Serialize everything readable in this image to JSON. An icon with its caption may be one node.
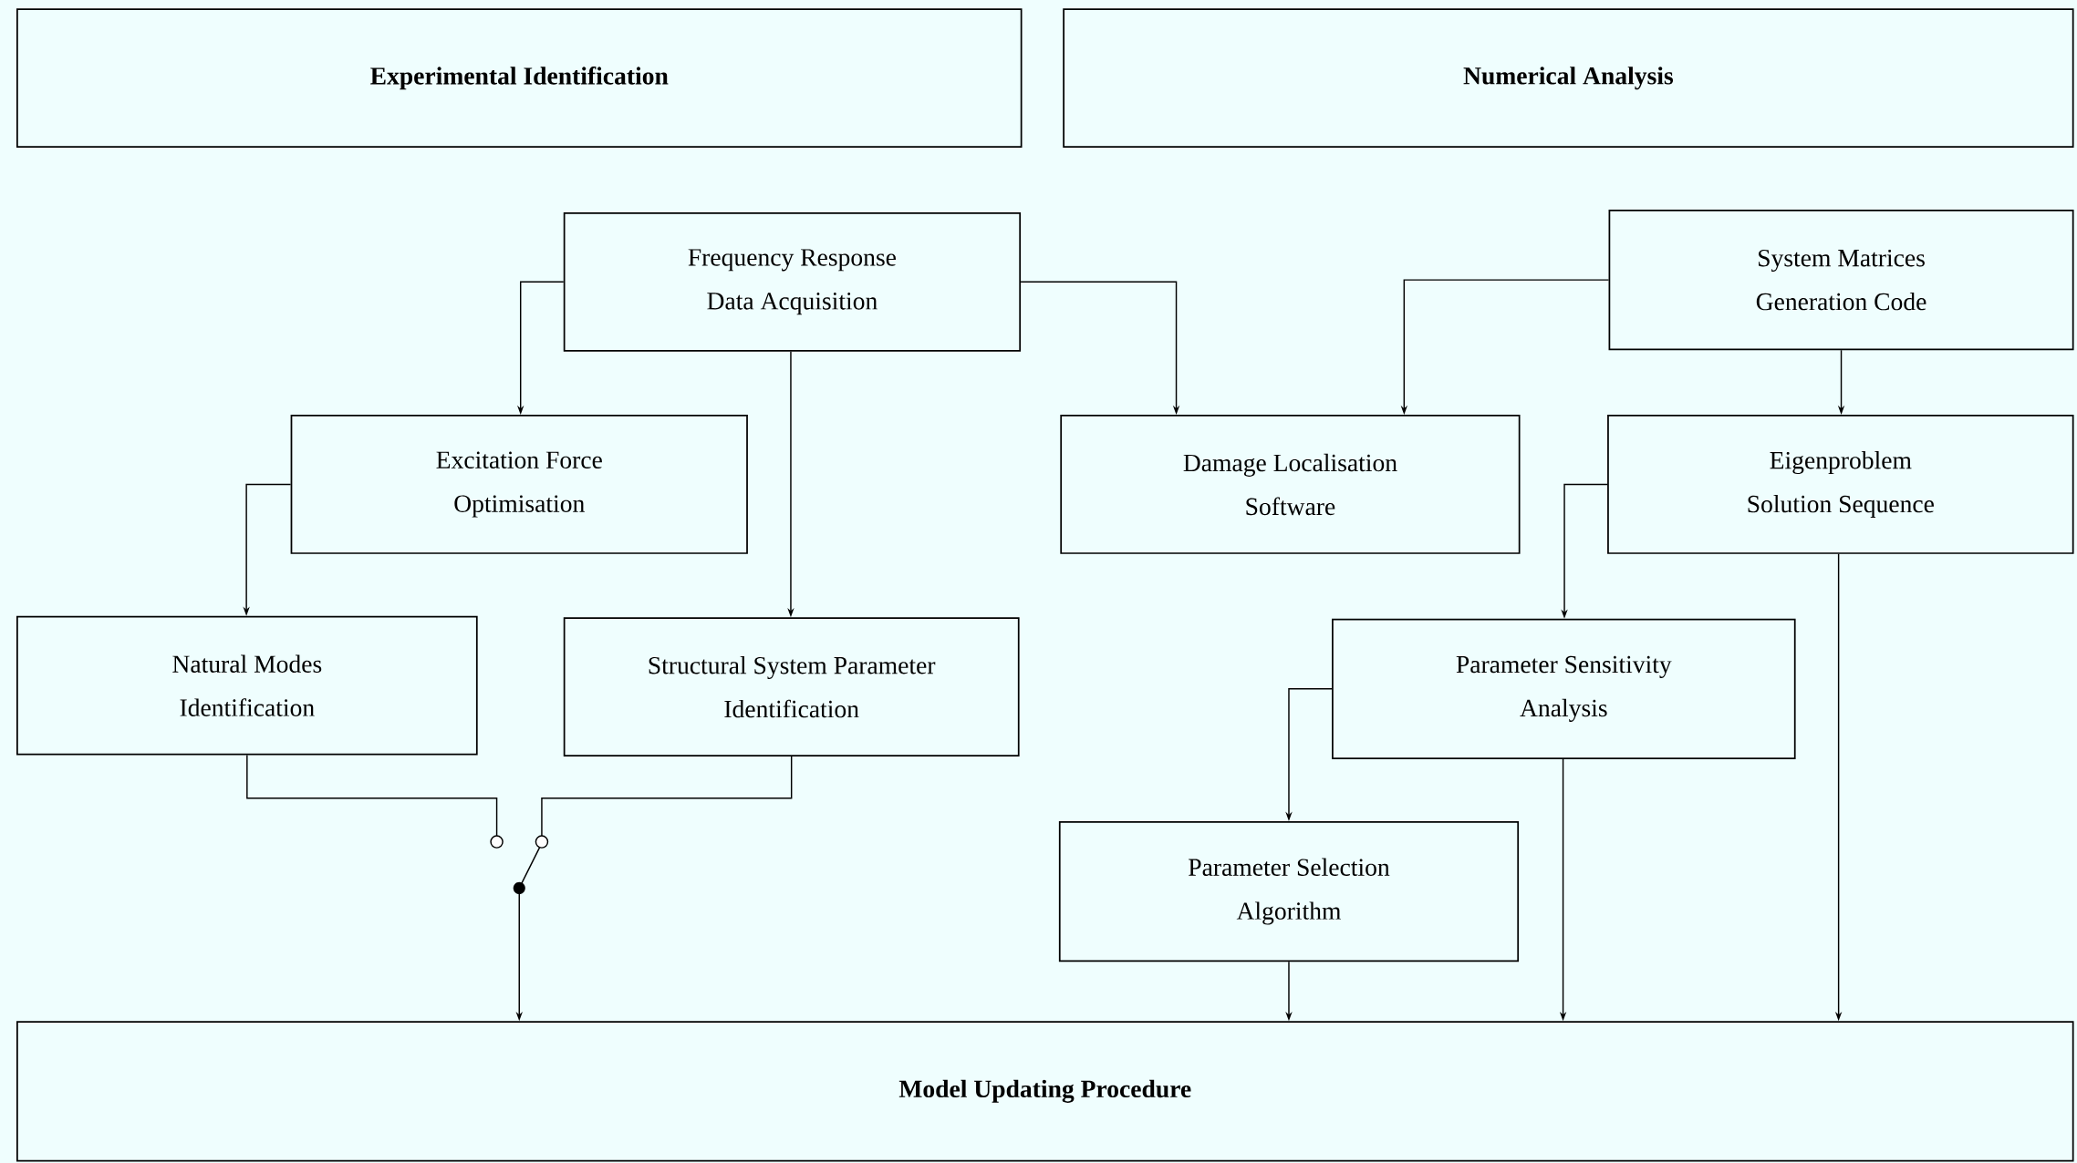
{
  "diagram": {
    "nodes": [
      {
        "text": [
          "Experimental Identification"
        ]
      },
      {
        "text": [
          "Numerical Analysis"
        ]
      },
      {
        "text": [
          "Frequency Response Data Acquisition"
        ]
      },
      {
        "text": [
          "System Matrices Generation Code"
        ]
      },
      {
        "text": [
          "Excitation Force Optimisation"
        ]
      },
      {
        "text": [
          "Damage Localisation Software"
        ]
      },
      {
        "text": [
          "Eigenproblem Solution Sequence"
        ]
      },
      {
        "text": [
          "Natural Modes Identification"
        ]
      },
      {
        "text": [
          "Structural System Parameter Identification"
        ]
      },
      {
        "text": [
          "Parameter Sensitivity Analysis"
        ]
      },
      {
        "text": [
          "Parameter Selection Algorithm"
        ]
      },
      {
        "text": [],
        "shape": "switch"
      },
      {
        "text": [
          "Model Updating Procedure"
        ]
      }
    ],
    "edges": [
      {
        "from": 2,
        "to": 4,
        "arrow": "to"
      },
      {
        "from": 2,
        "to": 8,
        "arrow": "to"
      },
      {
        "from": 2,
        "to": 5,
        "arrow": "to"
      },
      {
        "from": 3,
        "to": 5,
        "arrow": "to"
      },
      {
        "from": 3,
        "to": 6,
        "arrow": "to"
      },
      {
        "from": 4,
        "to": 7,
        "arrow": "to"
      },
      {
        "from": 6,
        "to": 9,
        "arrow": "to"
      },
      {
        "from": 6,
        "to": 12,
        "arrow": "to"
      },
      {
        "from": 9,
        "to": 10,
        "arrow": "to"
      },
      {
        "from": 9,
        "to": 12,
        "arrow": "to"
      },
      {
        "from": 10,
        "to": 12,
        "arrow": "to"
      },
      {
        "from": 7,
        "to": 11,
        "arrow": "none"
      },
      {
        "from": 8,
        "to": 11,
        "arrow": "none"
      },
      {
        "from": 11,
        "to": 12,
        "arrow": "to"
      }
    ]
  }
}
